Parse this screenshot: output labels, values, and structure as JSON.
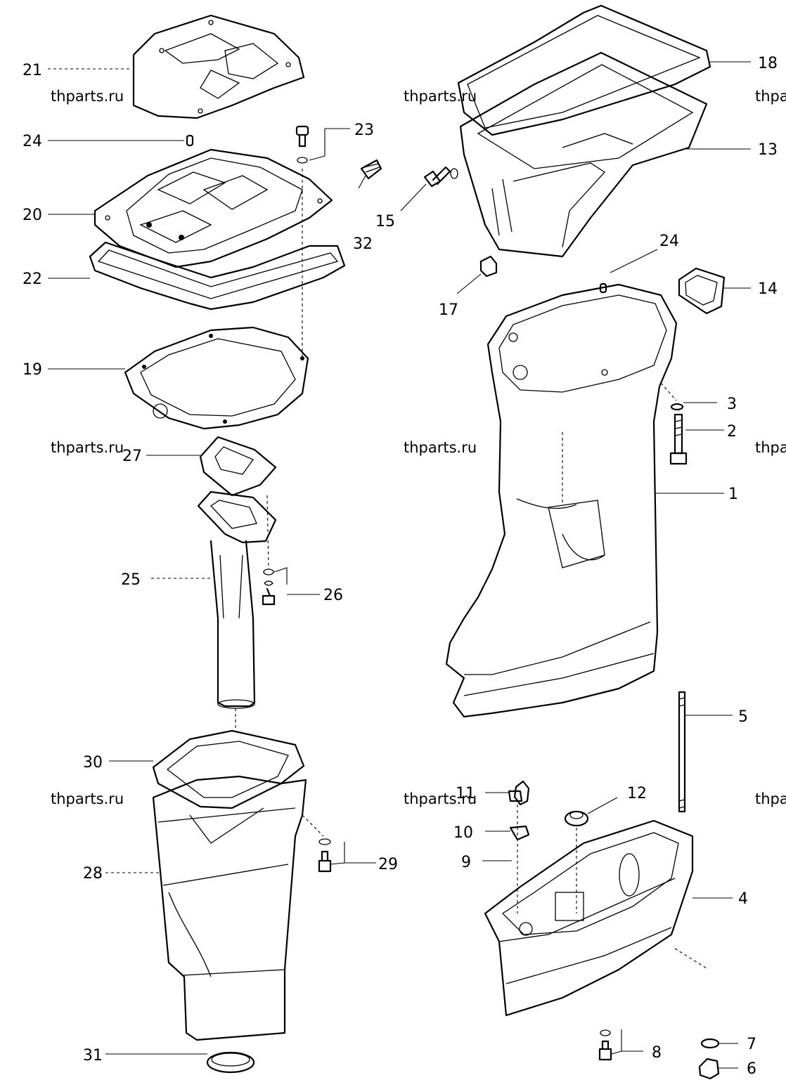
{
  "watermark": "thparts.ru",
  "callouts": [
    "1",
    "2",
    "3",
    "4",
    "5",
    "6",
    "7",
    "8",
    "9",
    "10",
    "11",
    "12",
    "13",
    "14",
    "15",
    "17",
    "18",
    "19",
    "20",
    "21",
    "22",
    "23",
    "24",
    "24",
    "25",
    "26",
    "27",
    "28",
    "29",
    "30",
    "31",
    "32"
  ]
}
